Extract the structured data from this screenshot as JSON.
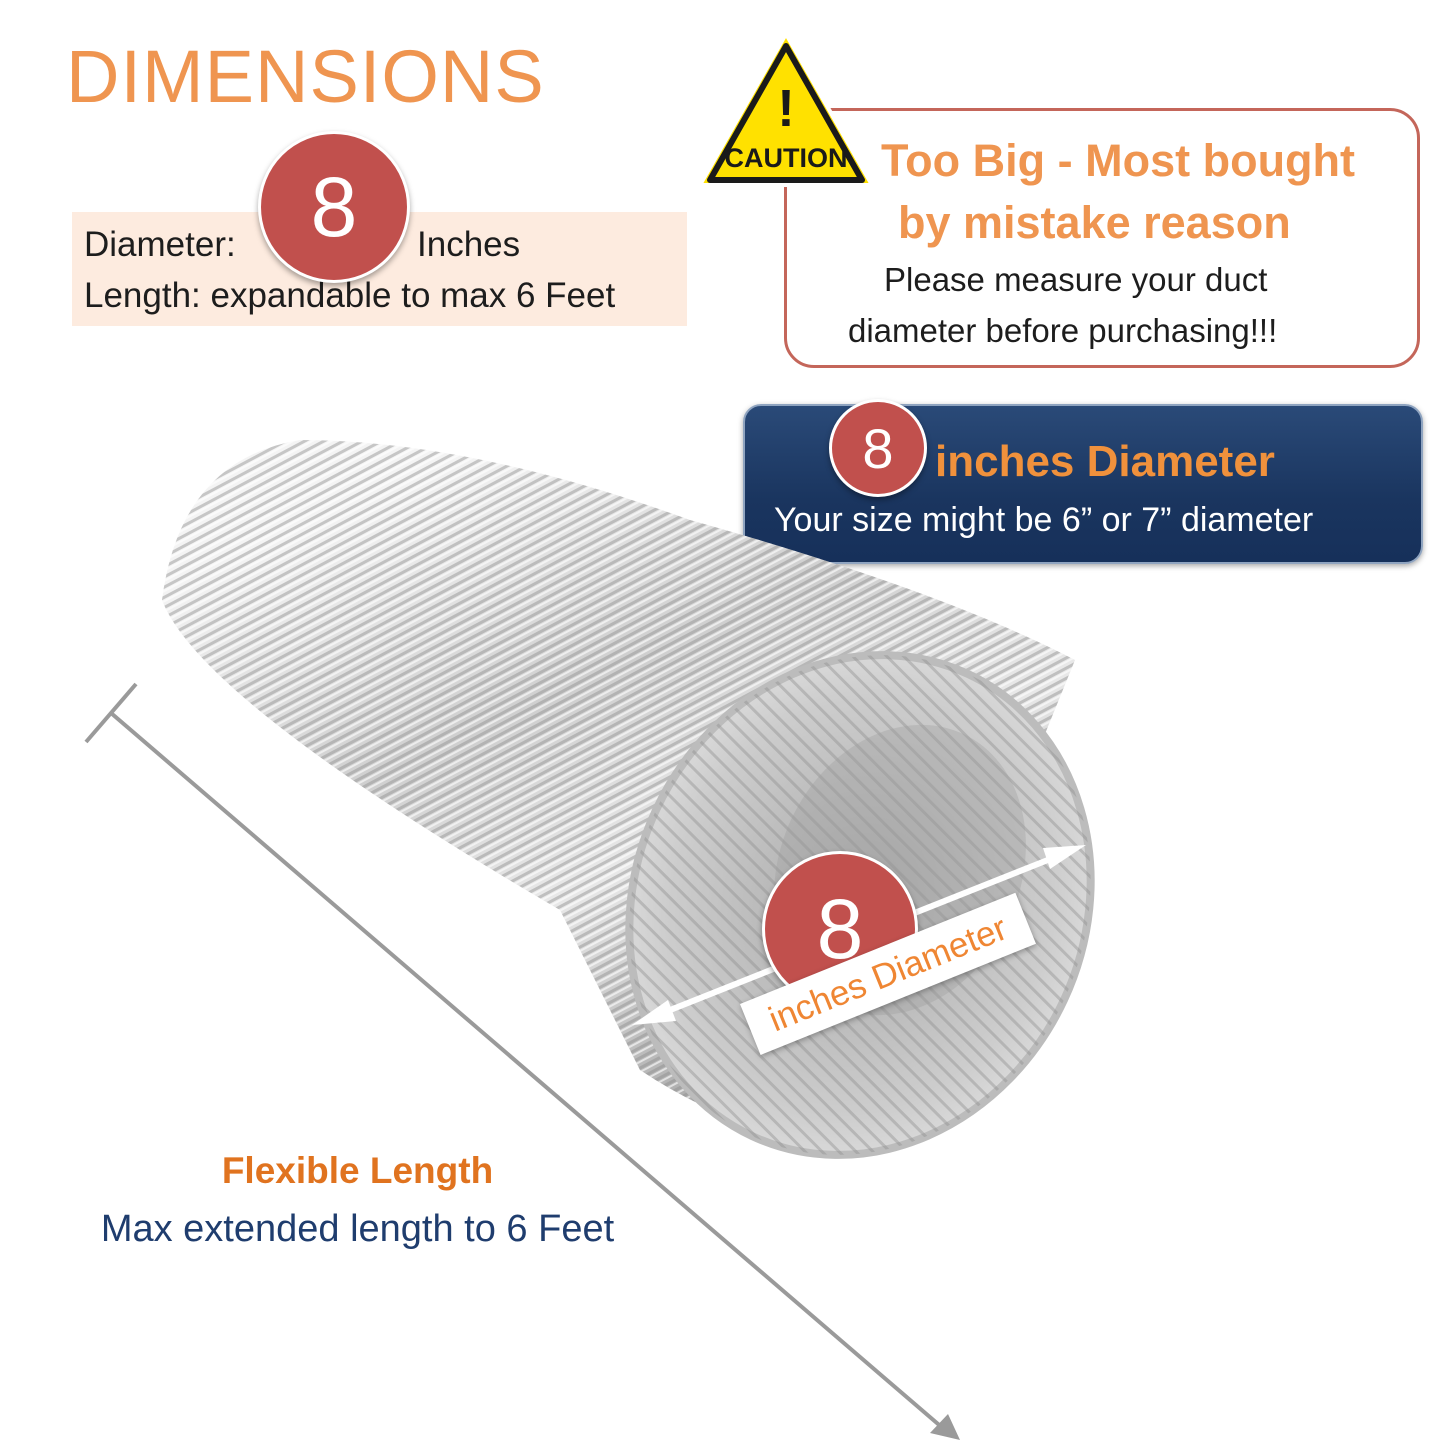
{
  "header": {
    "title": "DIMENSIONS"
  },
  "specs": {
    "diameter_label": "Diameter:",
    "diameter_value": "8",
    "diameter_unit": "Inches",
    "length_text": "Length: expandable to max 6 Feet"
  },
  "caution": {
    "icon_text": "CAUTION",
    "exclamation": "!",
    "headline_line1": "Too Big - Most bought",
    "headline_line2": "by mistake reason",
    "body_line1": "Please measure your duct",
    "body_line2": "diameter before purchasing!!!"
  },
  "size_banner": {
    "badge_value": "8",
    "headline": "inches Diameter",
    "subtext": "Your size might be 6” or 7” diameter"
  },
  "duct_overlay": {
    "badge_value": "8",
    "label": "inches Diameter"
  },
  "length_note": {
    "headline": "Flexible Length",
    "subtext": "Max extended length to 6 Feet"
  },
  "colors": {
    "accent_orange": "#ef9550",
    "badge_red": "#c1504d",
    "navy": "#1a355f",
    "warning_border": "#c4665a",
    "caution_yellow": "#ffe100"
  }
}
